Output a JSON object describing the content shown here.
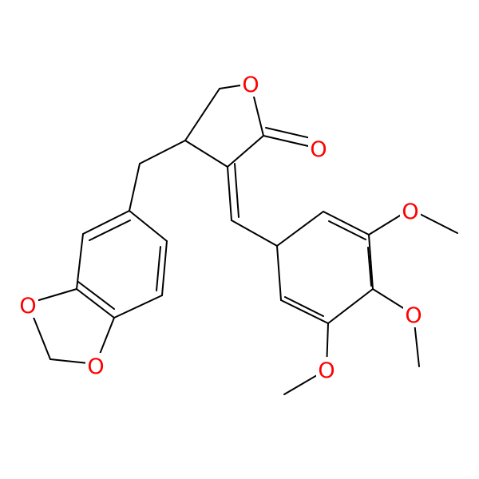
{
  "molecule": {
    "colors": {
      "carbon_bond": "#000000",
      "oxygen": "#ff0000",
      "background": "#ffffff"
    },
    "atom_labels": [
      {
        "id": "O-lactone-ring",
        "text": "O"
      },
      {
        "id": "O-carbonyl",
        "text": "O"
      },
      {
        "id": "O-methoxy-top",
        "text": "O"
      },
      {
        "id": "O-methoxy-middle",
        "text": "O"
      },
      {
        "id": "O-methoxy-bottom",
        "text": "O"
      },
      {
        "id": "O-dioxole-left",
        "text": "O"
      },
      {
        "id": "O-dioxole-bottom",
        "text": "O"
      }
    ]
  }
}
